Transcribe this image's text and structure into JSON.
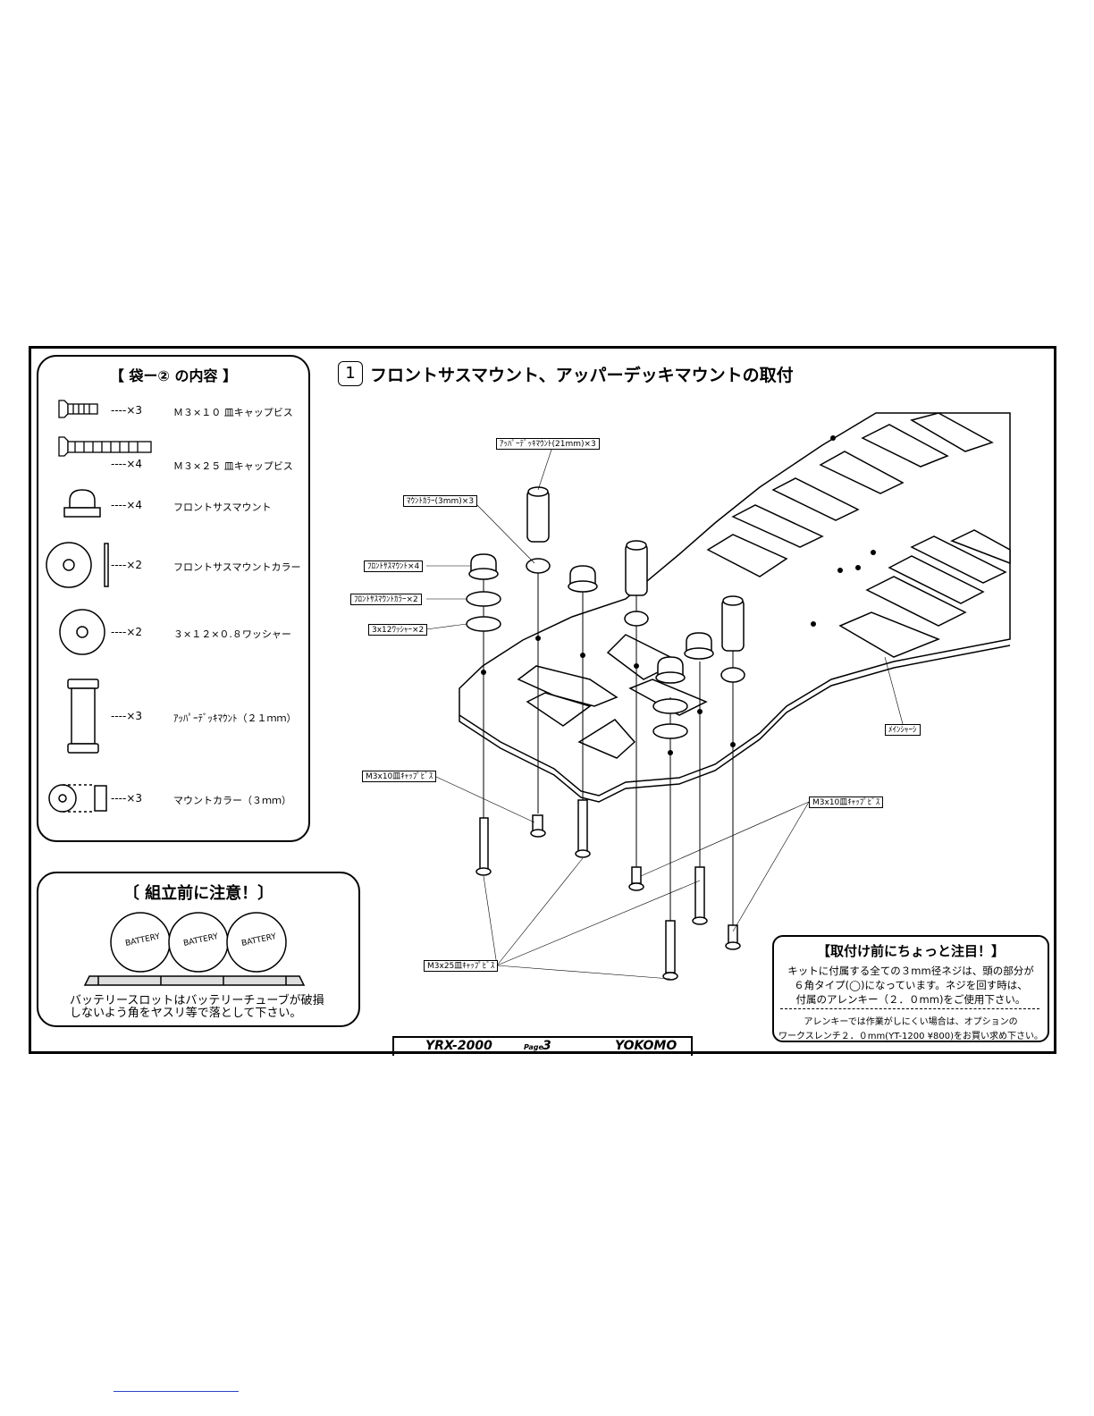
{
  "step": {
    "number": "1",
    "title": "フロントサスマウント、アッパーデッキマウントの取付"
  },
  "parts_bag": {
    "title": "【 袋ー② の内容 】",
    "items": [
      {
        "qty": "----×3",
        "name": "Ｍ３×１０ 皿キャップビス",
        "icon": "countersunk-screw-short-icon"
      },
      {
        "qty": "----×4",
        "name": "Ｍ３×２５ 皿キャップビス",
        "icon": "countersunk-screw-long-icon"
      },
      {
        "qty": "----×4",
        "name": "フロントサスマウント",
        "icon": "front-sus-mount-icon"
      },
      {
        "qty": "----×2",
        "name": "フロントサスマウントカラー",
        "icon": "mount-collar-icon"
      },
      {
        "qty": "----×2",
        "name": "３×１２×０.８ワッシャー",
        "icon": "washer-icon"
      },
      {
        "qty": "----×3",
        "name": "ｱｯﾊﾟｰﾃﾞｯｷﾏｳﾝﾄ（２１ｍｍ）",
        "icon": "upper-deck-mount-icon"
      },
      {
        "qty": "----×3",
        "name": "マウントカラー（３ｍｍ）",
        "icon": "spacer-collar-icon"
      }
    ]
  },
  "callouts": {
    "upper_deck_mount": "ｱｯﾊﾟｰﾃﾞｯｷﾏｳﾝﾄ(21mm)×3",
    "mount_collar": "ﾏｳﾝﾄｶﾗｰ(3mm)×3",
    "front_sus_mount": "ﾌﾛﾝﾄｻｽﾏｳﾝﾄ×4",
    "front_sus_mount_collar": "ﾌﾛﾝﾄｻｽﾏｳﾝﾄｶﾗｰ×2",
    "washer": "3x12ﾜｯｼｬｰ×2",
    "m3x10_left": "M3x10皿ｷｬｯﾌﾟﾋﾞｽ",
    "m3x10_right": "M3x10皿ｷｬｯﾌﾟﾋﾞｽ",
    "m3x25": "M3x25皿ｷｬｯﾌﾟﾋﾞｽ",
    "main_chassis": "ﾒｲﾝｼｬｰｼ"
  },
  "caution": {
    "title": "〔 組立前に注意！〕",
    "battery_label": "BATTERY",
    "text_line1": "バッテリースロットはバッテリーチューブが破損",
    "text_line2": "しないよう角をヤスリ等で落として下さい。"
  },
  "note": {
    "title": "【取付け前にちょっと注目！】",
    "line1": "キットに付属する全ての３mm径ネジは、頭の部分が",
    "line2": "６角タイプ(◯)になっています。ネジを回す時は、",
    "line3": "付属のアレンキー（２．０mm)をご使用下さい。",
    "line4": "アレンキーでは作業がしにくい場合は、オプションの",
    "line5": "ワークスレンチ２．０mm(YT-1200 ¥800)をお買い求め下さい。"
  },
  "footer": {
    "model": "YRX-2000",
    "page_label": "Page",
    "page_number": "3",
    "brand": "YOKOMO"
  }
}
